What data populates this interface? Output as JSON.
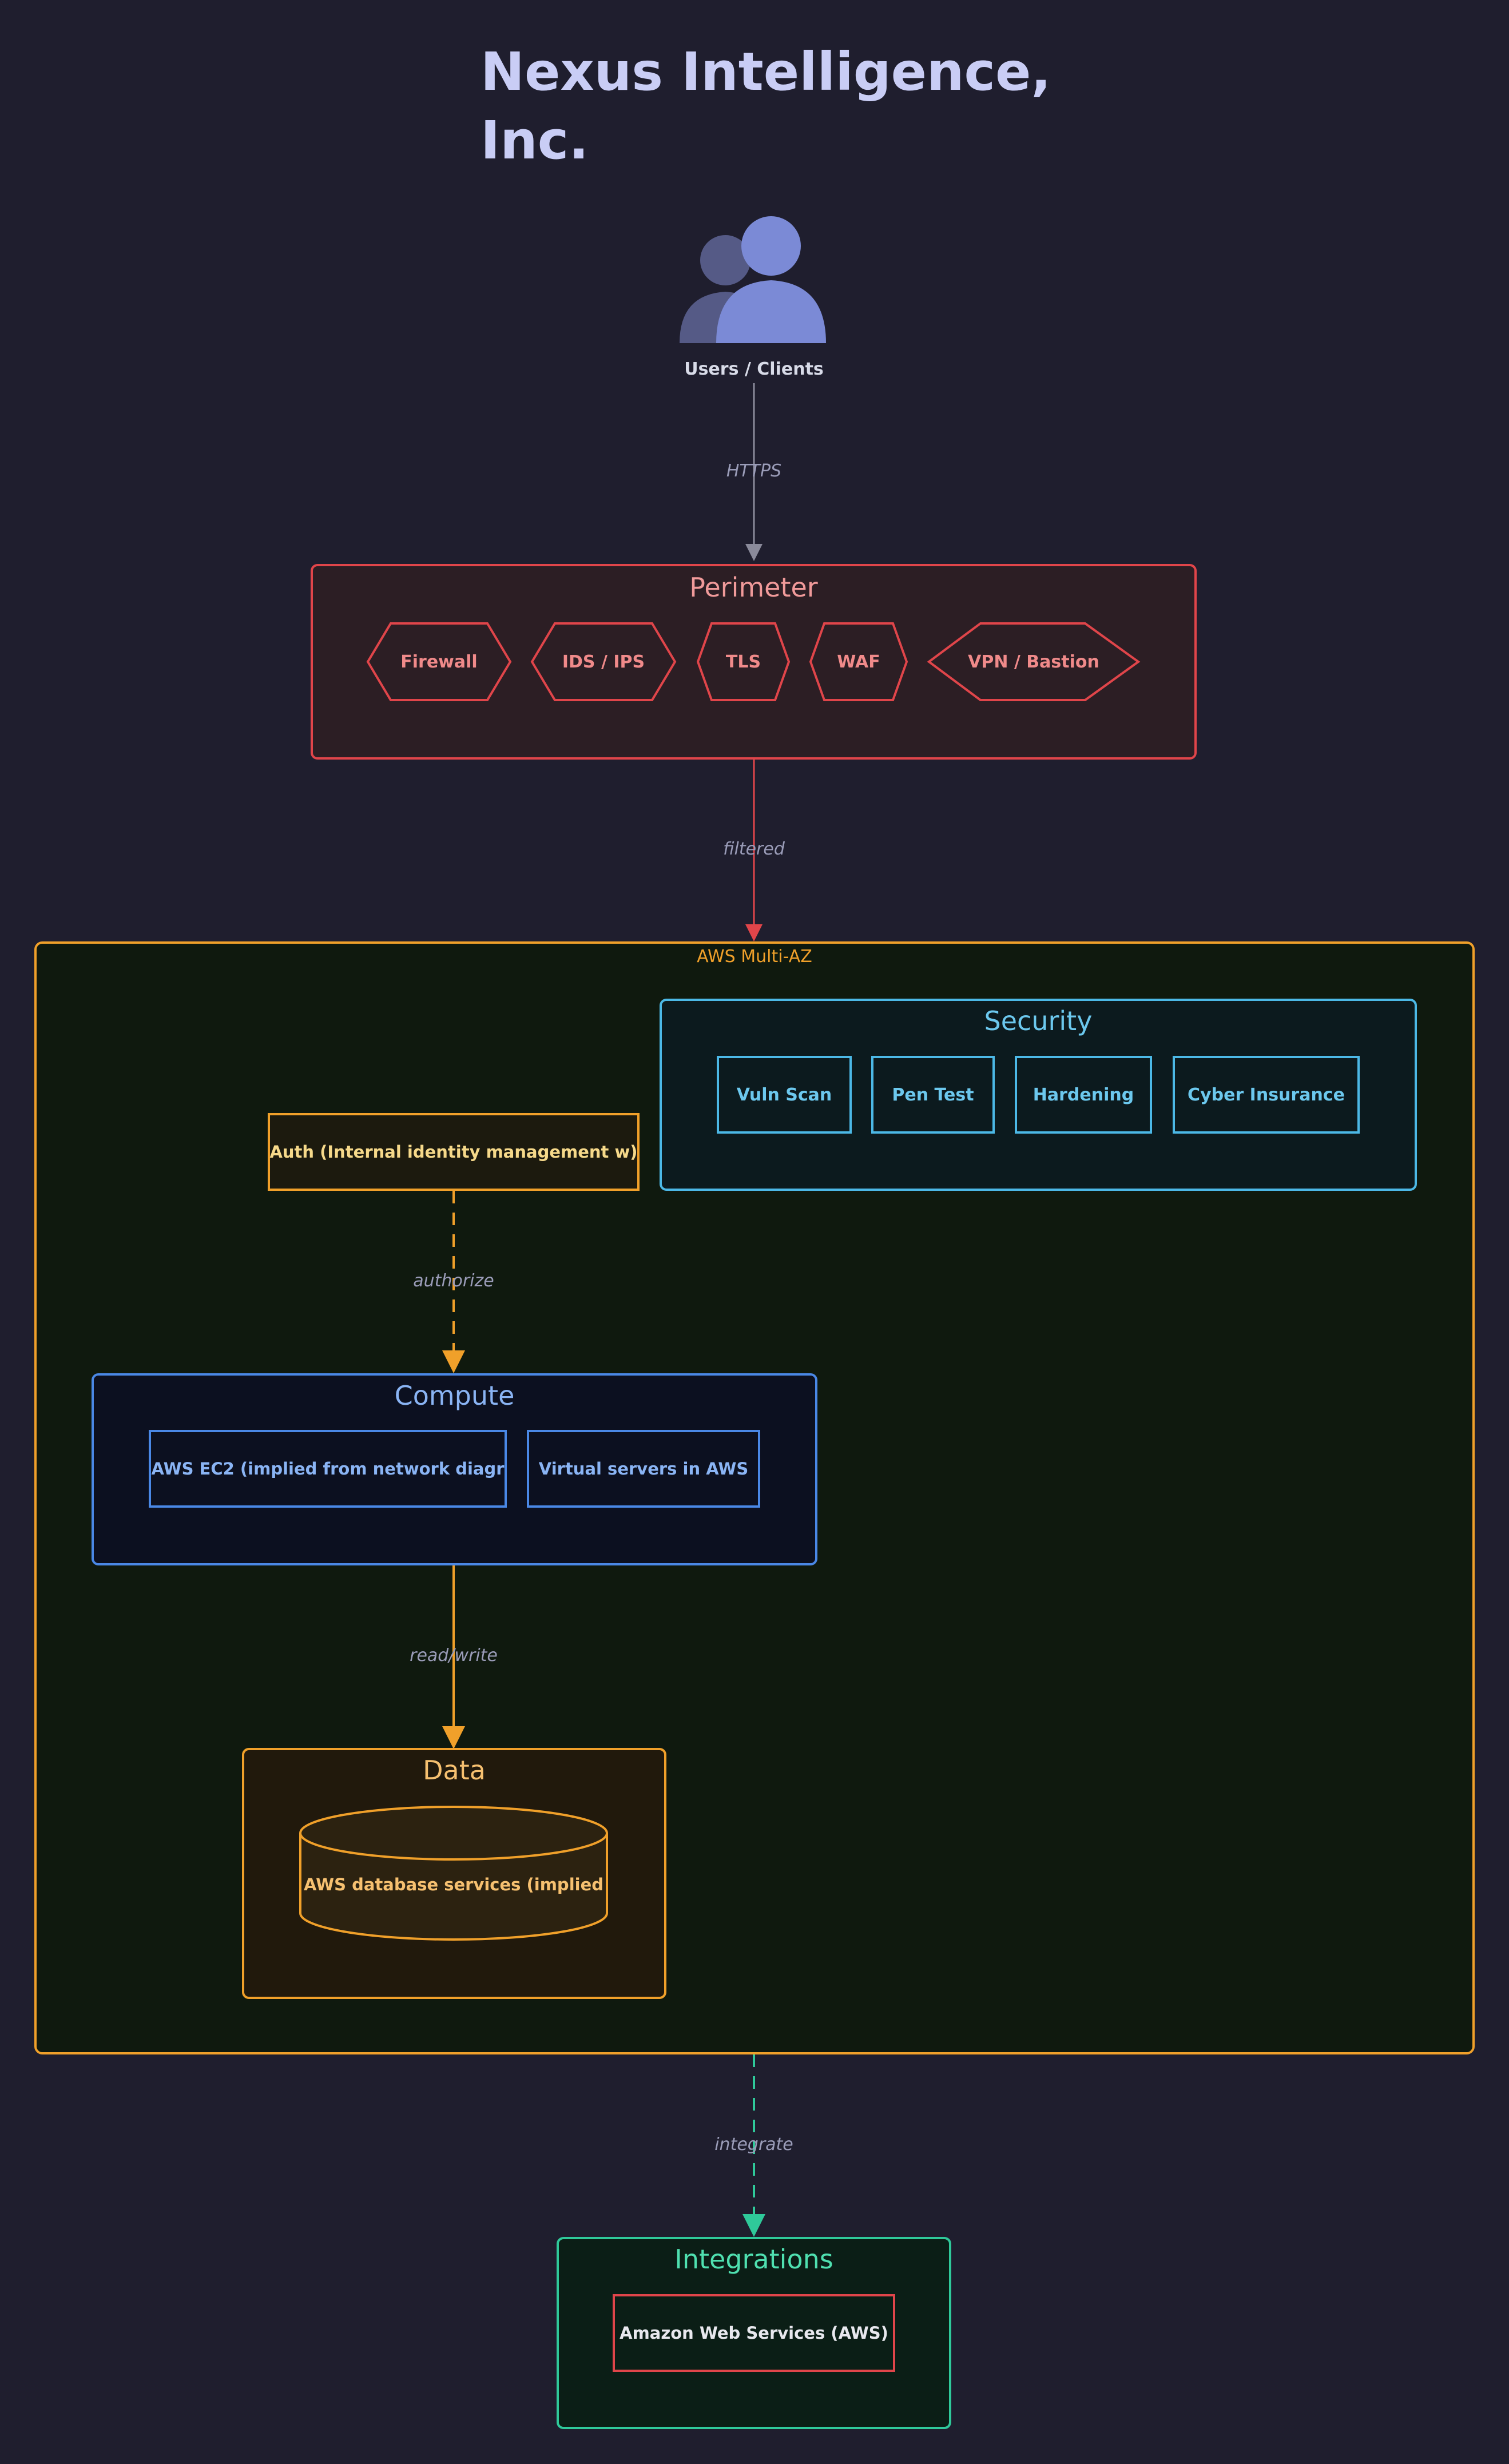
{
  "title_lines": [
    "Nexus Intelligence,",
    "Inc."
  ],
  "colors": {
    "background": "#1f1e2e",
    "perimeter": "#e0454a",
    "aws": "#f0a02a",
    "security": "#4cb8e6",
    "compute": "#4a88e6",
    "data": "#f0a02a",
    "integrations": "#2fc99a",
    "users_icon": "#7b8ad6"
  },
  "users": {
    "label": "Users / Clients",
    "icon": "users-icon"
  },
  "edges": {
    "https": "HTTPS",
    "filtered": "filtered",
    "authorize": "authorize",
    "readwrite": "read/write",
    "integrate": "integrate"
  },
  "perimeter": {
    "title": "Perimeter",
    "items": [
      "Firewall",
      "IDS / IPS",
      "TLS",
      "WAF",
      "VPN / Bastion"
    ]
  },
  "aws": {
    "label": "AWS Multi-AZ"
  },
  "security": {
    "title": "Security",
    "items": [
      "Vuln Scan",
      "Pen Test",
      "Hardening",
      "Cyber Insurance"
    ]
  },
  "auth": {
    "label": "Auth (Internal identity management w)"
  },
  "compute": {
    "title": "Compute",
    "items": [
      "AWS EC2 (implied from network diagr",
      "Virtual servers in AWS"
    ]
  },
  "data": {
    "title": "Data",
    "db_label": "AWS database services (implied"
  },
  "integrations": {
    "title": "Integrations",
    "items": [
      "Amazon Web Services (AWS)"
    ]
  }
}
